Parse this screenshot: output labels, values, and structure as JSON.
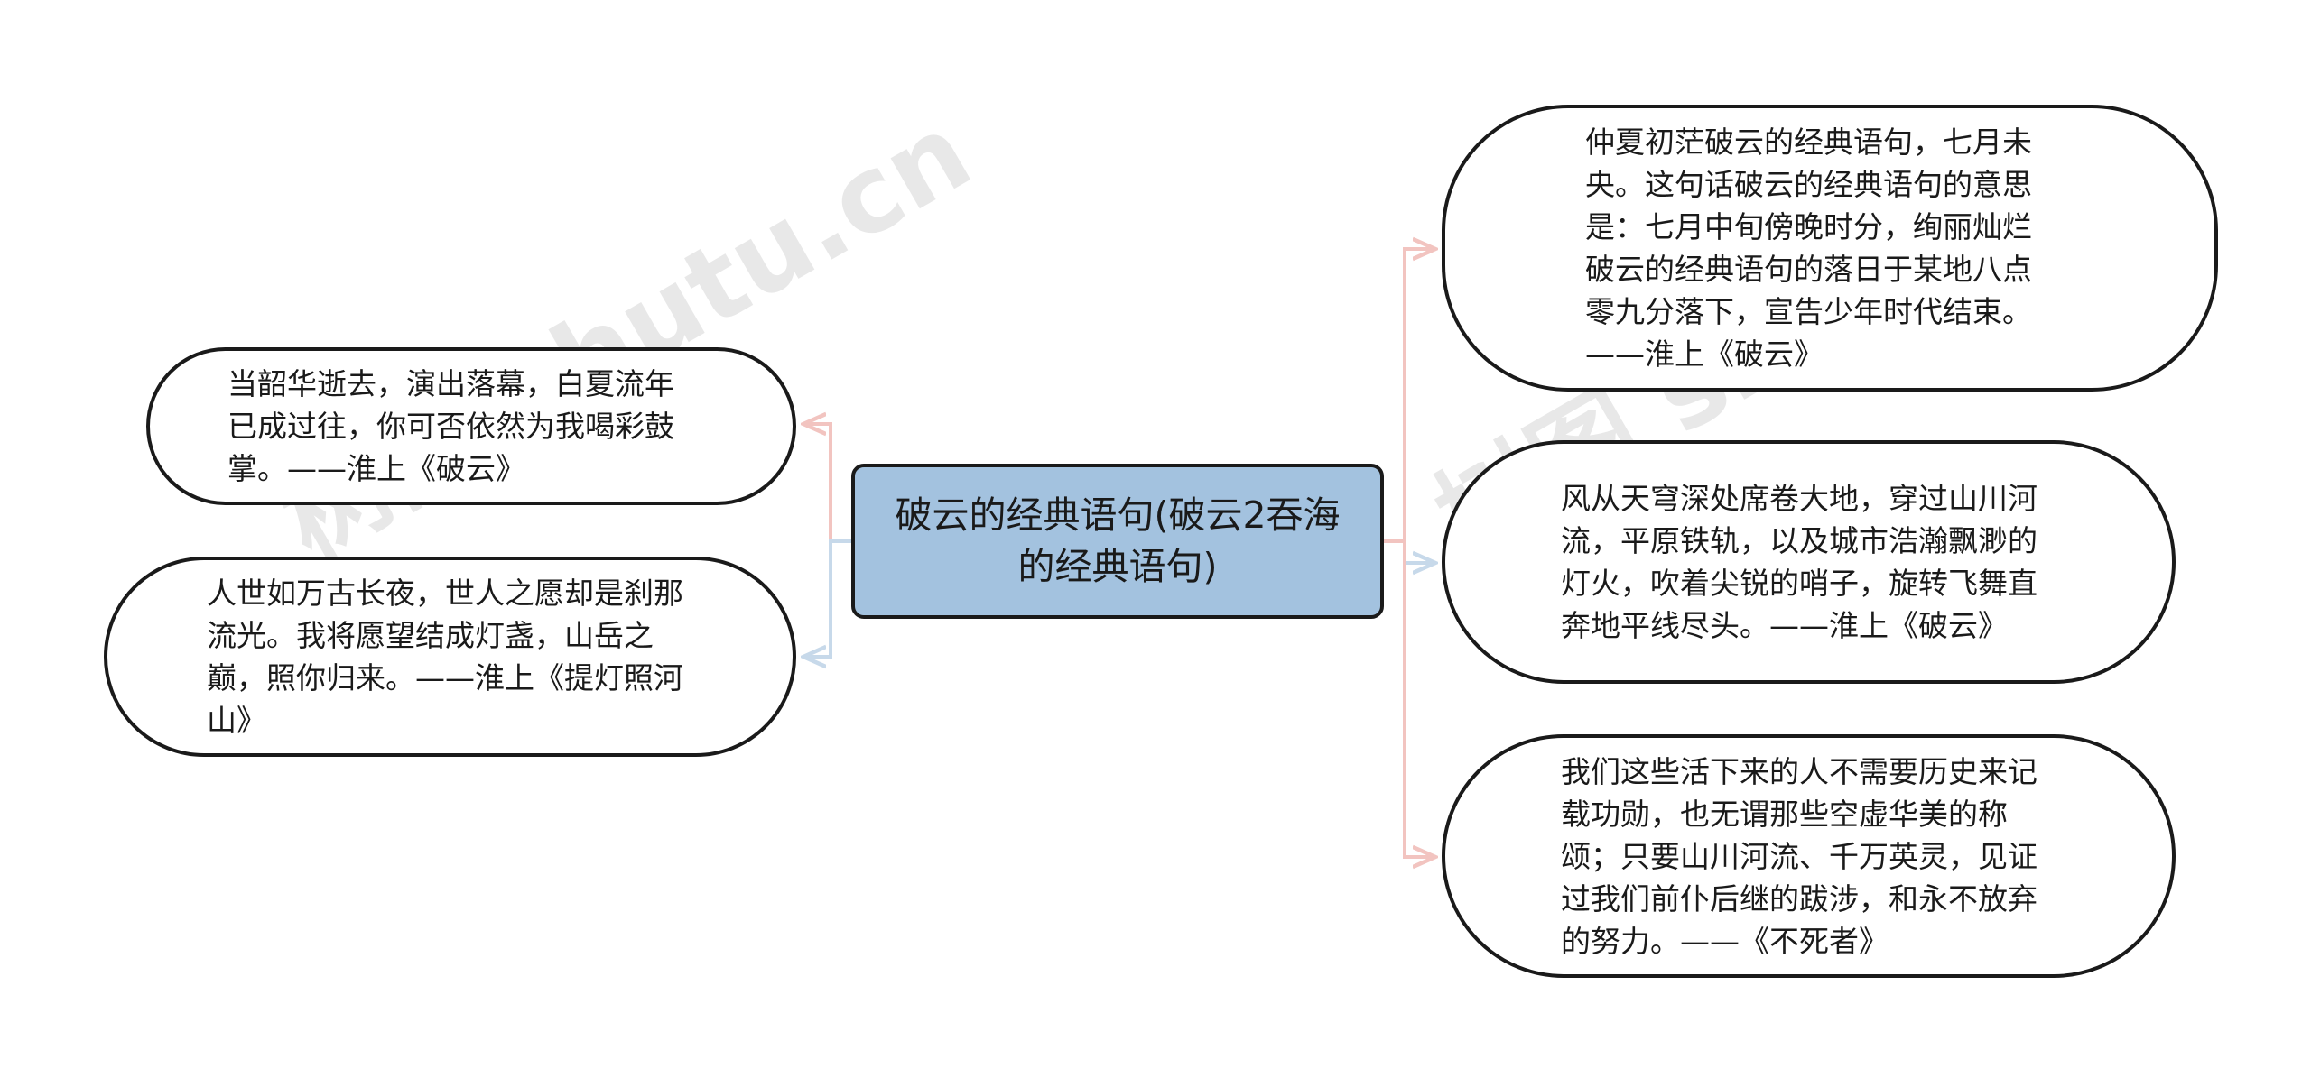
{
  "root": {
    "label": "破云的经典语句(破云2吞海的经典语句)"
  },
  "left_branches": [
    {
      "text": "当韶华逝去，演出落幕，白夏流年已成过往，你可否依然为我喝彩鼓掌。——淮上《破云》",
      "connector_color": "#f2c4c0"
    },
    {
      "text": "人世如万古长夜，世人之愿却是刹那流光。我将愿望结成灯盏，山岳之巅，照你归来。——淮上《提灯照河山》",
      "connector_color": "#c7d9ea"
    }
  ],
  "right_branches": [
    {
      "text": "仲夏初茫破云的经典语句，七月未央。这句话破云的经典语句的意思是：七月中旬傍晚时分，绚丽灿烂破云的经典语句的落日于某地八点零九分落下，宣告少年时代结束。——淮上《破云》",
      "connector_color": "#f2c4c0"
    },
    {
      "text": "风从天穹深处席卷大地，穿过山川河流，平原铁轨，以及城市浩瀚飘渺的灯火，吹着尖锐的哨子，旋转飞舞直奔地平线尽头。——淮上《破云》",
      "connector_color": "#c7d9ea"
    },
    {
      "text": "我们这些活下来的人不需要历史来记载功勋，也无谓那些空虚华美的称颂；只要山川河流、千万英灵，见证过我们前仆后继的跋涉，和永不放弃的努力。——《不死者》",
      "connector_color": "#f2c4c0"
    }
  ],
  "watermarks": [
    "树图 shutu.cn",
    "树图 shutu.cn"
  ]
}
